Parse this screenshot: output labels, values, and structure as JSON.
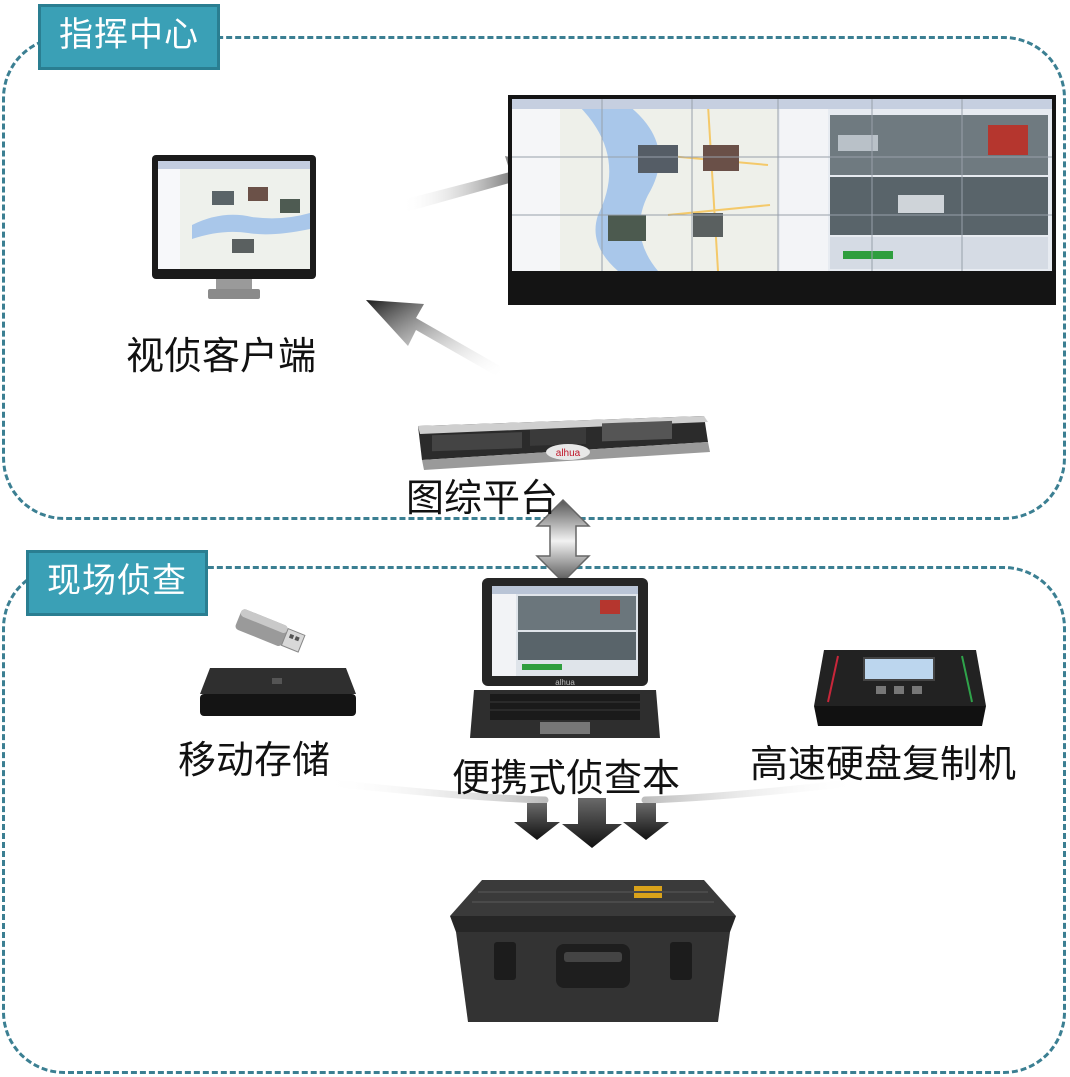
{
  "sections": {
    "command_center": {
      "title": "指挥中心"
    },
    "field_investigation": {
      "title": "现场侦查"
    }
  },
  "nodes": {
    "video_client": {
      "label": "视侦客户端",
      "icon": "monitor-icon"
    },
    "video_wall": {
      "icon": "video-wall-icon"
    },
    "platform": {
      "label": "图综平台",
      "icon": "rack-server-icon",
      "brand": "alhua"
    },
    "mobile_storage": {
      "label": "移动存储",
      "icon": "usb-drive-icon"
    },
    "laptop": {
      "label": "便携式侦查本",
      "icon": "rugged-laptop-icon",
      "brand": "alhua"
    },
    "duplicator": {
      "label": "高速硬盘复制机",
      "icon": "disk-duplicator-icon"
    },
    "case": {
      "icon": "carrying-case-icon"
    }
  },
  "colors": {
    "border": "#3b7f92",
    "tab_fill": "#3aa0b6",
    "tab_border": "#2a7e91",
    "arrow": "#1a1a1a"
  }
}
